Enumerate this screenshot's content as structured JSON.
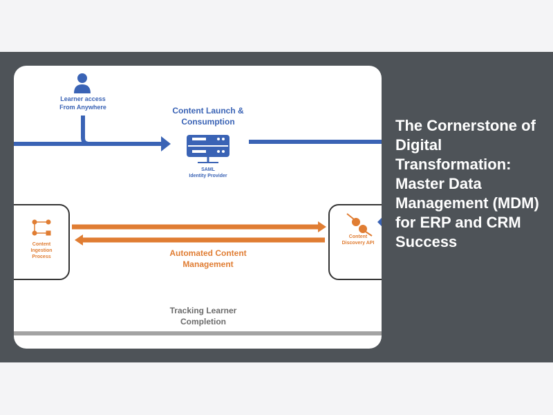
{
  "article": {
    "title": "The Cornerstone of Digital Transformation: Master Data Management (MDM) for ERP and CRM Success"
  },
  "diagram": {
    "learner_label_line1": "Learner access",
    "learner_label_line2": "From Anywhere",
    "launch_label_line1": "Content Launch &",
    "launch_label_line2": "Consumption",
    "saml_label_line1": "SAML",
    "saml_label_line2": "Identity Provider",
    "ingestion_label_line1": "Content",
    "ingestion_label_line2": "Ingestion",
    "ingestion_label_line3": "Process",
    "discovery_label_line1": "Content",
    "discovery_label_line2": "Discovery API",
    "automated_label_line1": "Automated Content",
    "automated_label_line2": "Management",
    "tracking_label_line1": "Tracking Learner",
    "tracking_label_line2": "Completion",
    "colors": {
      "blue": "#3a63b5",
      "orange": "#e07d33",
      "gray": "#6b6b6b",
      "banner": "#4e5358",
      "page": "#f4f4f6"
    }
  }
}
